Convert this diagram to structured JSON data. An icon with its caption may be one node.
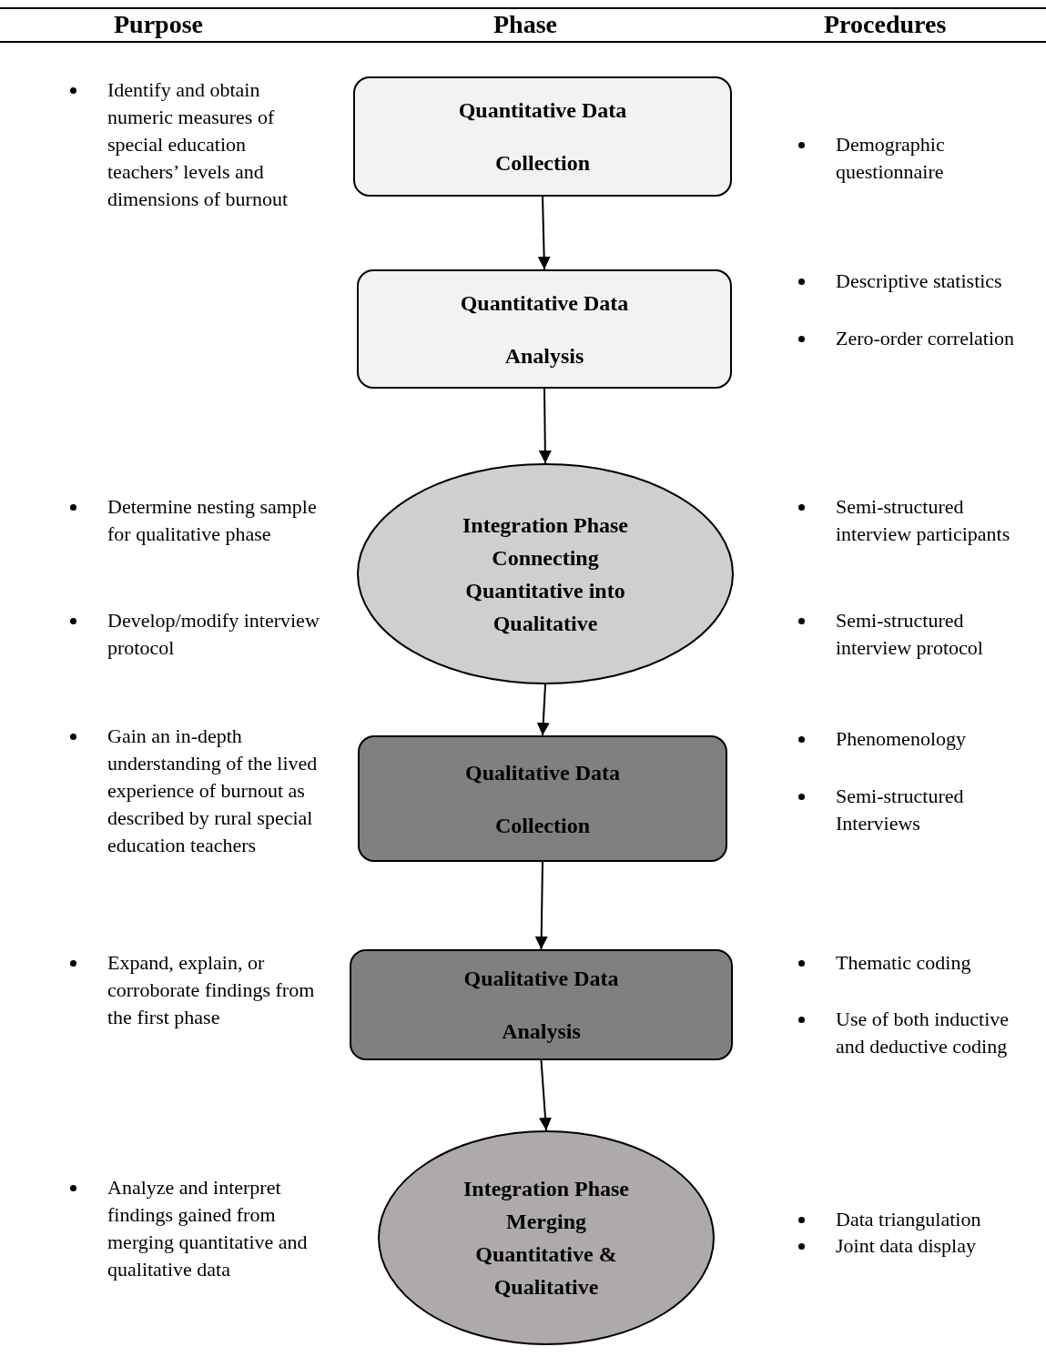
{
  "diagram": {
    "nodes": [
      {
        "text": [
          "Quantitative Data Collection"
        ]
      },
      {
        "text": [
          "Quantitative Data Analysis"
        ]
      },
      {
        "text": [
          "Integration Phase Connecting Quantitative into Qualitative"
        ]
      },
      {
        "text": [
          "Qualitative Data Collection"
        ]
      },
      {
        "text": [
          "Qualitative Data Analysis"
        ]
      },
      {
        "text": [
          "Integration Phase Merging Quantitative & Qualitative"
        ]
      }
    ],
    "edges": [
      {
        "from": 0,
        "to": 1,
        "arrow": "to"
      },
      {
        "from": 1,
        "to": 2,
        "arrow": "to"
      },
      {
        "from": 2,
        "to": 3,
        "arrow": "to"
      },
      {
        "from": 3,
        "to": 4,
        "arrow": "to"
      },
      {
        "from": 4,
        "to": 5,
        "arrow": "to"
      }
    ],
    "labels": [
      "Purpose",
      "Phase",
      "Procedures",
      "Identify and obtain numeric measures of special education teachers’ levels and dimensions of burnout",
      "Demographic questionnaire",
      "Descriptive statistics",
      "Zero-order correlation",
      "Determine nesting sample for qualitative phase",
      "Semi-structured interview participants",
      "Develop/modify interview protocol",
      "Semi-structured interview protocol",
      "Gain an in-depth understanding of the lived experience of burnout as described by rural special education teachers",
      "Phenomenology",
      "Semi-structured Interviews",
      "Expand, explain, or corroborate findings from the first phase",
      "Thematic coding",
      "Use of both inductive and deductive coding",
      "Analyze and interpret findings gained from merging quantitative and qualitative data",
      "Data triangulation",
      "Joint data display"
    ]
  }
}
